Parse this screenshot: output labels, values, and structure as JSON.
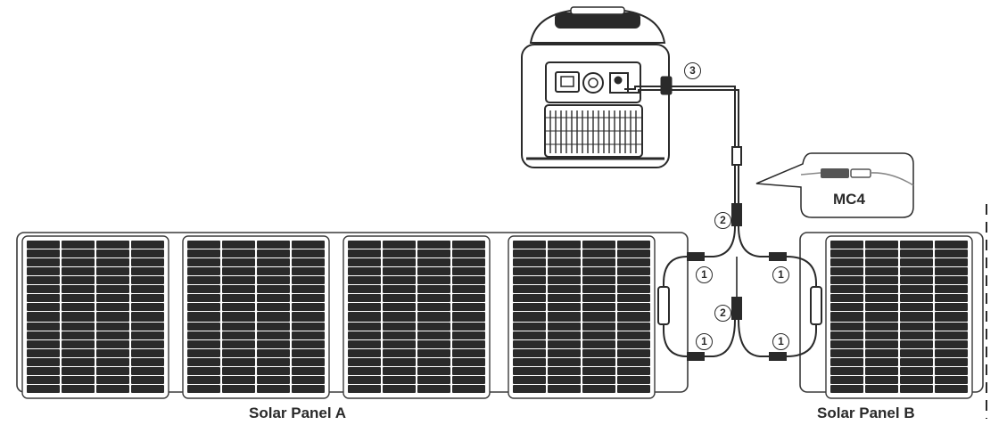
{
  "labels": {
    "panel_a": "Solar Panel A",
    "panel_b": "Solar Panel B",
    "connector": "MC4"
  },
  "callouts": {
    "power_cable": "3",
    "y_branch": "2",
    "panel_cable": "1"
  },
  "colors": {
    "line": "#2a2a2a",
    "cell": "#2a2a2a",
    "panel_frame": "#3a3a3a",
    "background": "#ffffff"
  }
}
